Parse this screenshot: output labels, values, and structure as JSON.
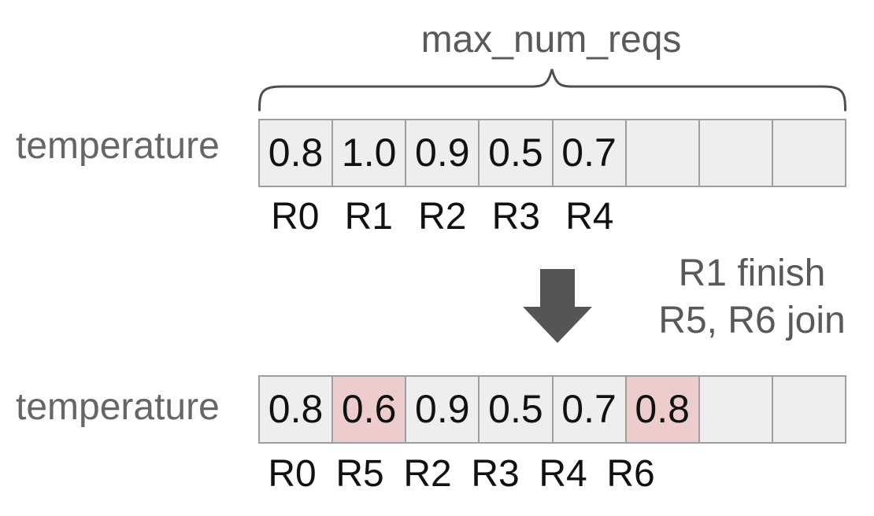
{
  "title": "max_num_reqs",
  "colors": {
    "background": "#ffffff",
    "cell_bg": "#eeeeee",
    "cell_highlight": "#edcdcb",
    "cell_border": "#9e9e9e",
    "gray_text": "#5f5f5f",
    "value_text": "#111111",
    "arrow": "#555555",
    "brace": "#4f4f4f"
  },
  "icons": {
    "brace": "curly-brace-icon",
    "arrow": "down-arrow-icon"
  },
  "before": {
    "label": "temperature",
    "cells": [
      "0.8",
      "1.0",
      "0.9",
      "0.5",
      "0.7",
      "",
      "",
      ""
    ],
    "highlighted_indices": [],
    "request_ids": [
      "R0",
      "R1",
      "R2",
      "R3",
      "R4"
    ]
  },
  "transition": {
    "lines": [
      "R1 finish",
      "R5, R6 join"
    ]
  },
  "after": {
    "label": "temperature",
    "cells": [
      "0.8",
      "0.6",
      "0.9",
      "0.5",
      "0.7",
      "0.8",
      "",
      ""
    ],
    "highlighted_indices": [
      1,
      5
    ],
    "request_ids": [
      "R0",
      "R5",
      "R2",
      "R3",
      "R4",
      "R6"
    ]
  }
}
